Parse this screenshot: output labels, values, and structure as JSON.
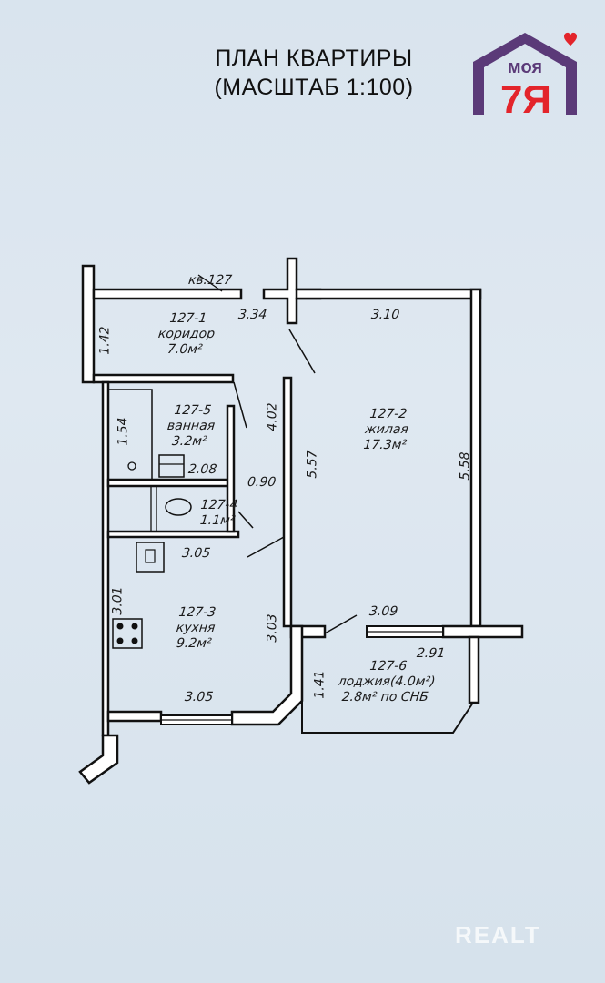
{
  "title": {
    "line1": "ПЛАН КВАРТИРЫ",
    "line2": "(МАСШТАБ 1:100)"
  },
  "logo": {
    "top_text": "моя",
    "main_text": "7Я",
    "colors": {
      "house": "#5b3a78",
      "text": "#e3242b",
      "heart": "#e3242b"
    }
  },
  "apartment_label": "кв.127",
  "rooms": [
    {
      "id": "127-1",
      "name": "коридор",
      "area": "7.0м²"
    },
    {
      "id": "127-5",
      "name": "ванная",
      "area": "3.2м²"
    },
    {
      "id": "127-4",
      "name": "",
      "area": "1.1м²"
    },
    {
      "id": "127-3",
      "name": "кухня",
      "area": "9.2м²"
    },
    {
      "id": "127-2",
      "name": "жилая",
      "area": "17.3м²"
    },
    {
      "id": "127-6",
      "name": "лоджия(4.0м²)",
      "area": "2.8м² по СНБ"
    }
  ],
  "dimensions": {
    "corridor_width": "3.34",
    "corridor_height": "1.42",
    "bath_height": "1.54",
    "bath_width": "2.08",
    "bath_side": "4.02",
    "door": "0.90",
    "kitchen_top": "3.05",
    "kitchen_left": "3.01",
    "kitchen_right": "3.03",
    "kitchen_bottom": "3.05",
    "living_top": "3.10",
    "living_left": "5.57",
    "living_right": "5.58",
    "living_bottom": "3.09",
    "loggia_width": "2.91",
    "loggia_height": "1.41"
  },
  "watermark": "REALT"
}
